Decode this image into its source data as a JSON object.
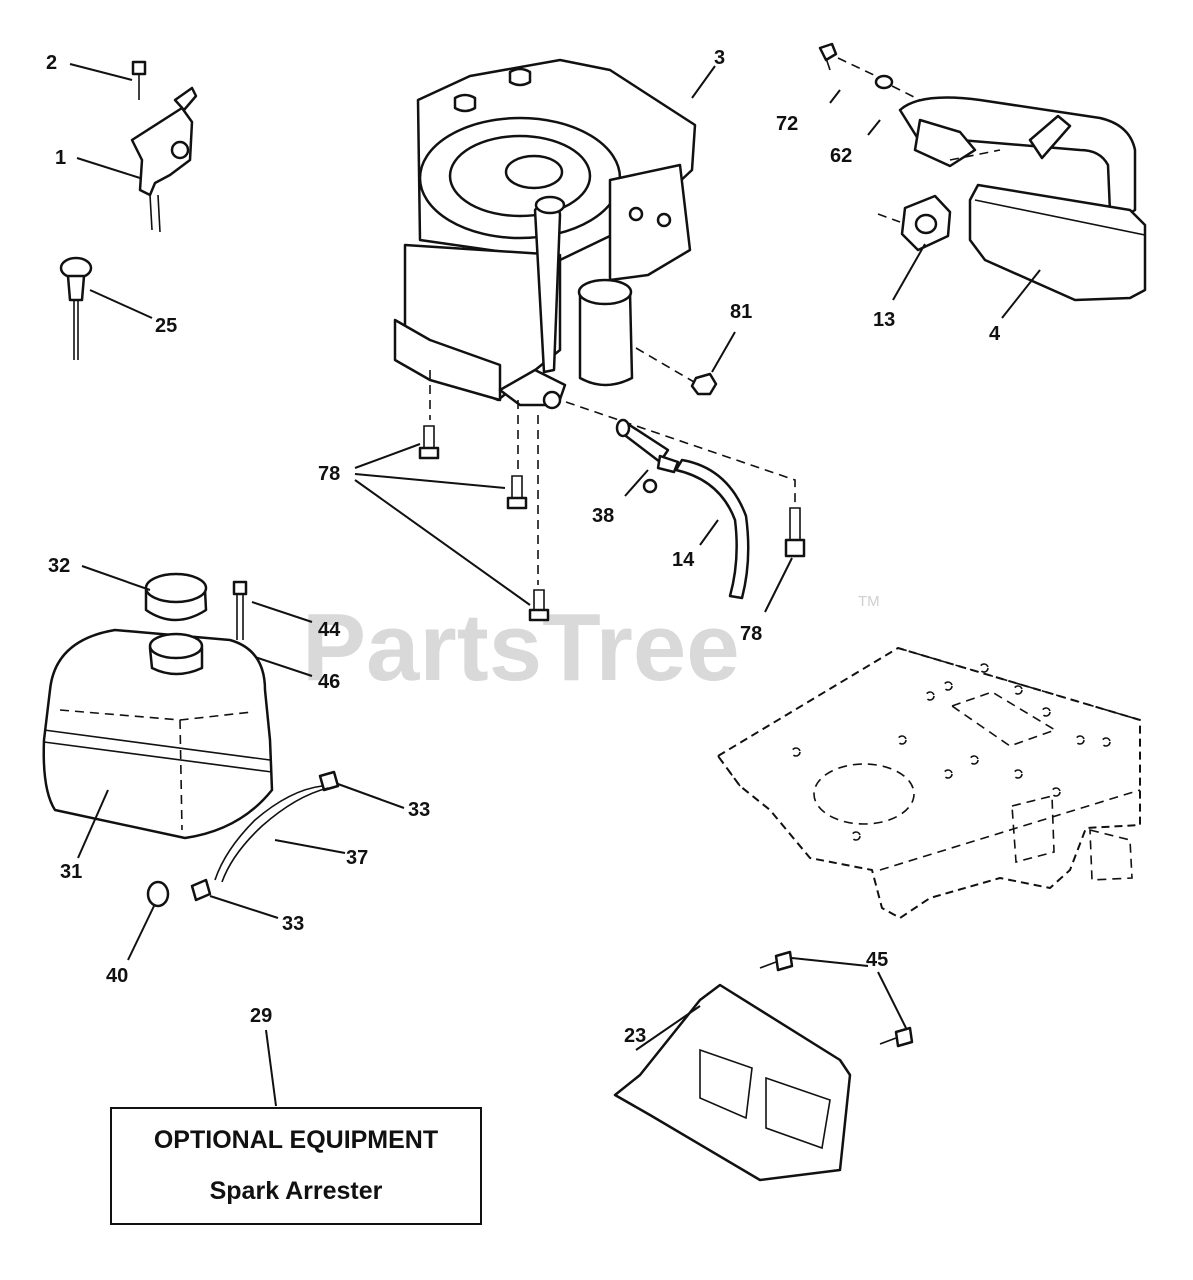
{
  "watermark": {
    "text": "PartsTree",
    "trademark": "TM"
  },
  "callouts": [
    {
      "id": "c1",
      "text": "1"
    },
    {
      "id": "c2",
      "text": "2"
    },
    {
      "id": "c3",
      "text": "3"
    },
    {
      "id": "c72",
      "text": "72"
    },
    {
      "id": "c62",
      "text": "62"
    },
    {
      "id": "c13",
      "text": "13"
    },
    {
      "id": "c4",
      "text": "4"
    },
    {
      "id": "c81",
      "text": "81"
    },
    {
      "id": "c25",
      "text": "25"
    },
    {
      "id": "c78a",
      "text": "78"
    },
    {
      "id": "c38",
      "text": "38"
    },
    {
      "id": "c14",
      "text": "14"
    },
    {
      "id": "c78b",
      "text": "78"
    },
    {
      "id": "c32",
      "text": "32"
    },
    {
      "id": "c44",
      "text": "44"
    },
    {
      "id": "c46",
      "text": "46"
    },
    {
      "id": "c33a",
      "text": "33"
    },
    {
      "id": "c37",
      "text": "37"
    },
    {
      "id": "c31",
      "text": "31"
    },
    {
      "id": "c33b",
      "text": "33"
    },
    {
      "id": "c40",
      "text": "40"
    },
    {
      "id": "c45",
      "text": "45"
    },
    {
      "id": "c23",
      "text": "23"
    },
    {
      "id": "c29",
      "text": "29"
    }
  ],
  "optional_box": {
    "title": "OPTIONAL EQUIPMENT",
    "subtitle": "Spark Arrester"
  }
}
